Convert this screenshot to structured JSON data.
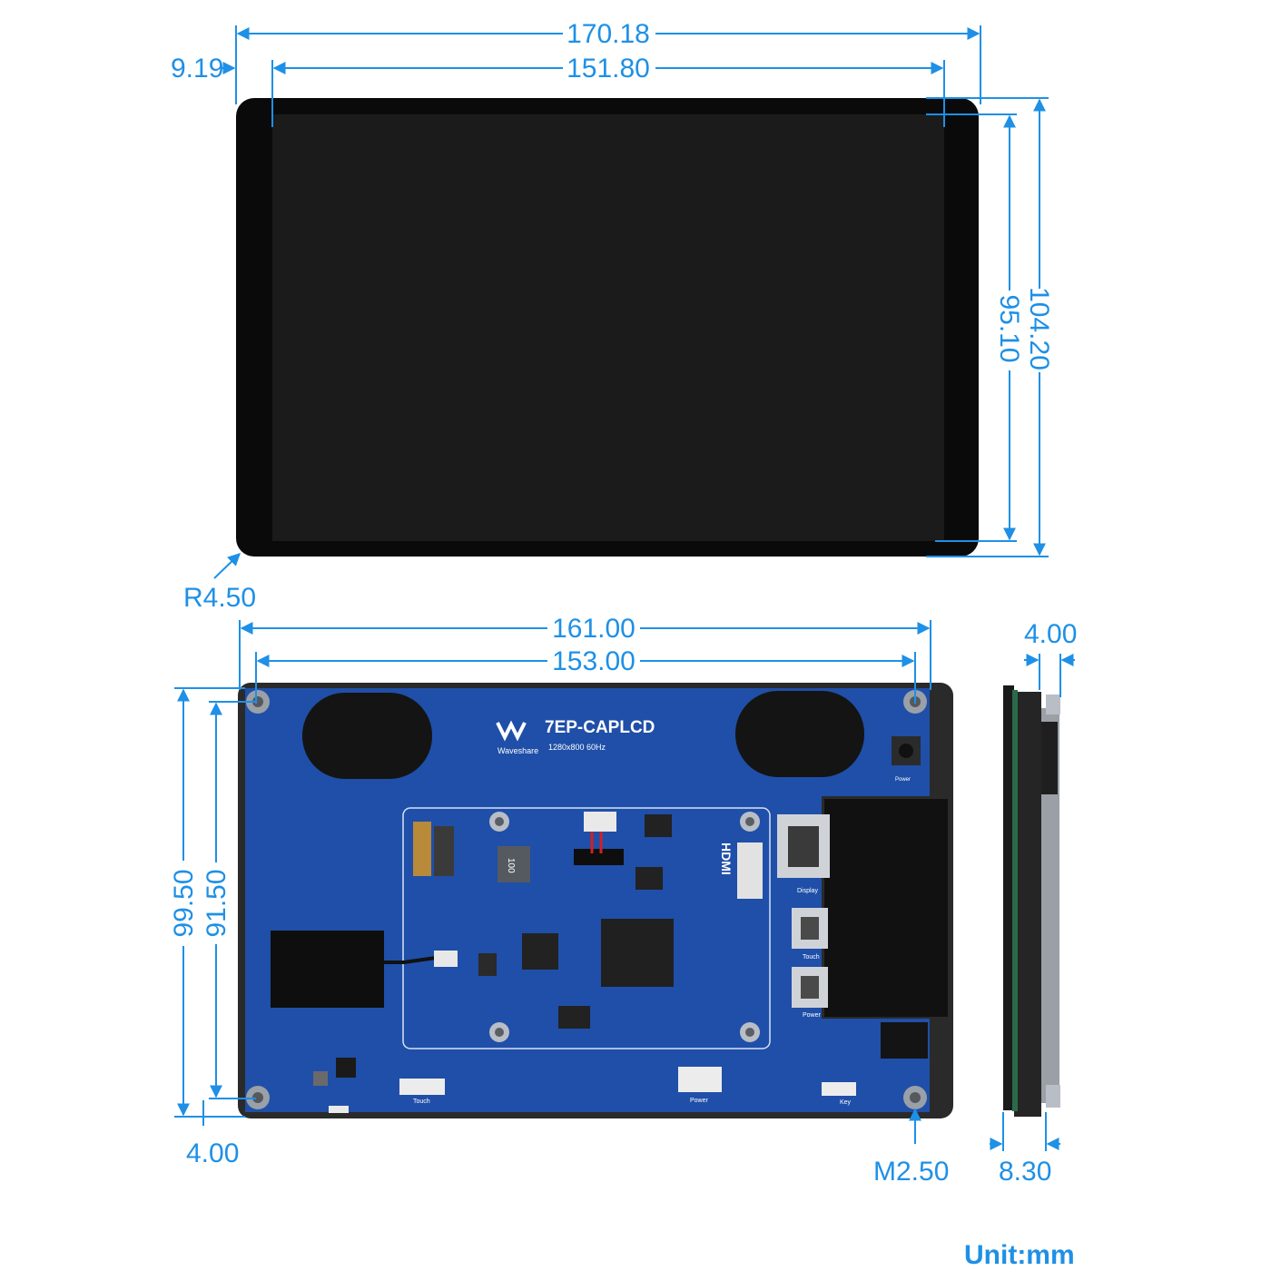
{
  "colors": {
    "dimension": "#1e90e6",
    "bezel": "#0a0a0a",
    "screen": "#1b1b1b",
    "pcb": "#1f4fa8",
    "pcb_dark": "#173f8c",
    "frame": "#2a2a2a"
  },
  "front_view": {
    "overall_width": "170.18",
    "display_width": "151.80",
    "bezel_side": "9.19",
    "overall_height": "104.20",
    "display_height": "95.10",
    "corner_radius": "R4.50"
  },
  "back_view": {
    "overall_width": "161.00",
    "hole_spacing_width": "153.00",
    "overall_height": "99.50",
    "hole_spacing_height": "91.50",
    "hole_offset": "4.00",
    "hole_size": "M2.50",
    "board_model": "7EP-CAPLCD",
    "board_spec": "1280x800 60Hz",
    "brand": "Waveshare",
    "connector_labels": {
      "display": "Display",
      "touch_usb": "Touch",
      "power_usb": "Power",
      "power_key": "Power",
      "touch_header": "Touch",
      "power_header": "Power",
      "key_header": "Key",
      "hdmi": "HDMI",
      "inductor": "100"
    }
  },
  "side_view": {
    "top_thickness": "4.00",
    "total_thickness": "8.30"
  },
  "unit_label": "Unit:mm"
}
